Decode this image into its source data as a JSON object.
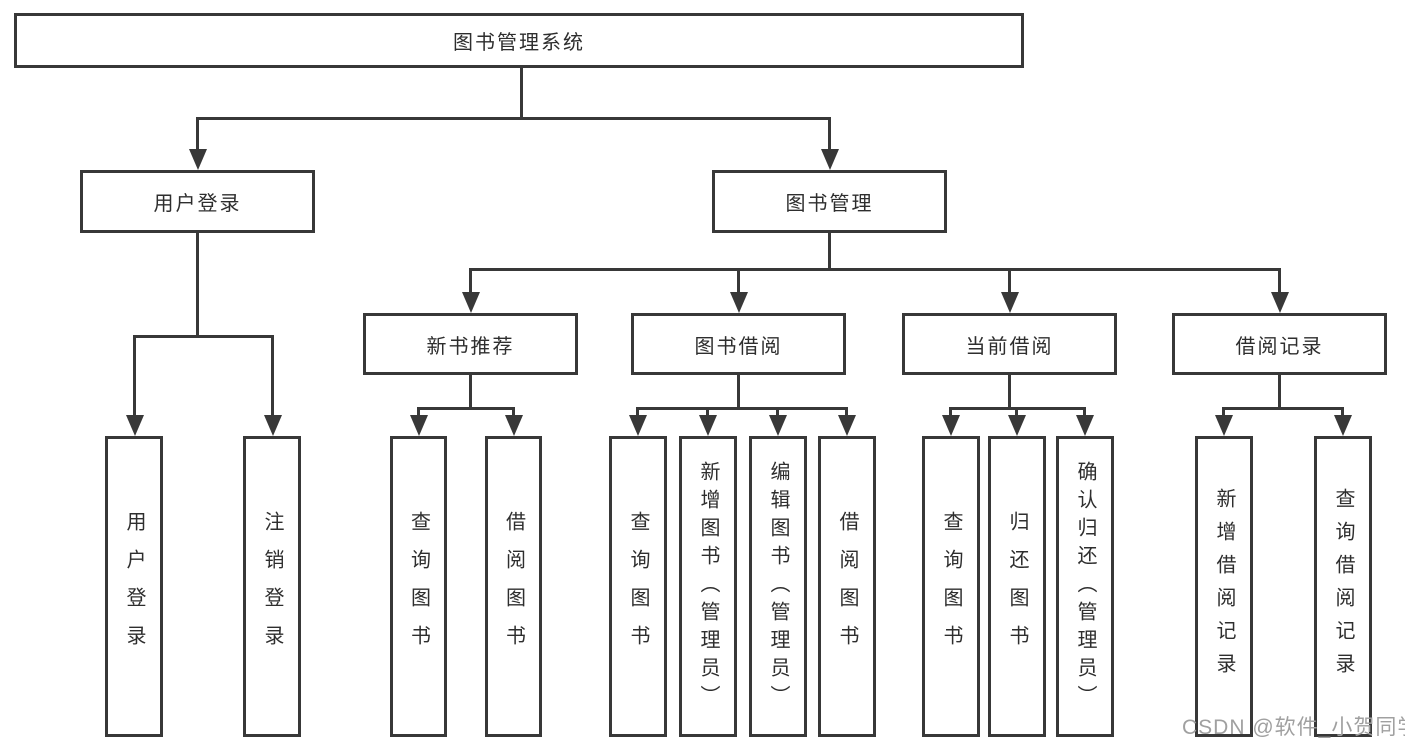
{
  "tree": {
    "root": {
      "label": "图书管理系统"
    },
    "branches": [
      {
        "label": "用户登录",
        "leaves": [
          "用户登录",
          "注销登录"
        ]
      },
      {
        "label": "图书管理",
        "groups": [
          {
            "label": "新书推荐",
            "leaves": [
              "查询图书",
              "借阅图书"
            ]
          },
          {
            "label": "图书借阅",
            "leaves": [
              "查询图书",
              "新增图书（管理员）",
              "编辑图书（管理员）",
              "借阅图书"
            ]
          },
          {
            "label": "当前借阅",
            "leaves": [
              "查询图书",
              "归还图书",
              "确认归还（管理员）"
            ]
          },
          {
            "label": "借阅记录",
            "leaves": [
              "新增借阅记录",
              "查询借阅记录"
            ]
          }
        ]
      }
    ]
  },
  "watermark": {
    "text": "CSDN @软件_小贺同学"
  },
  "colors": {
    "line": "#383838",
    "text": "#2e2e2e",
    "watermark": "#a0a0a0",
    "background": "#ffffff"
  }
}
